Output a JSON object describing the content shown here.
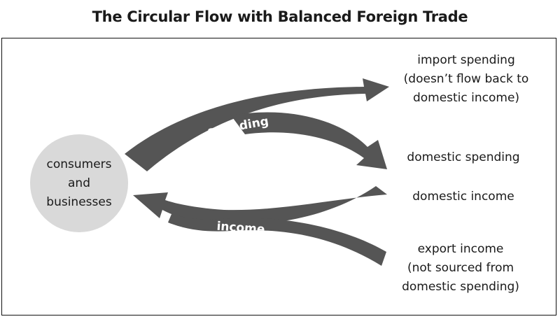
{
  "title": "The Circular Flow with Balanced Foreign Trade",
  "node": {
    "line1": "consumers",
    "line2": "and",
    "line3": "businesses"
  },
  "flows": {
    "spending_label": "spending",
    "income_label": "income"
  },
  "destinations": {
    "import_line1": "import spending",
    "import_line2": "(doesn’t flow back to",
    "import_line3": "domestic income)",
    "domestic_spending": "domestic spending",
    "domestic_income": "domestic income",
    "export_line1": "export income",
    "export_line2": "(not sourced from",
    "export_line3": "domestic spending)"
  },
  "colors": {
    "arrow": "#555555",
    "node_fill": "#d9d9d9",
    "frame": "#111111"
  }
}
